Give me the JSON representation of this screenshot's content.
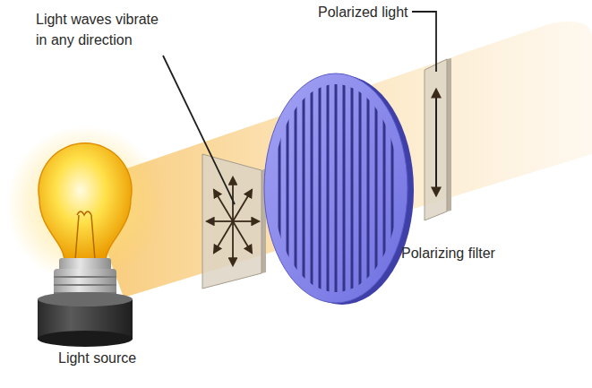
{
  "diagram": {
    "labels": [
      "Polarized light",
      "Light waves vibrate in any direction",
      "Polarizing filter",
      "Light source"
    ]
  }
}
